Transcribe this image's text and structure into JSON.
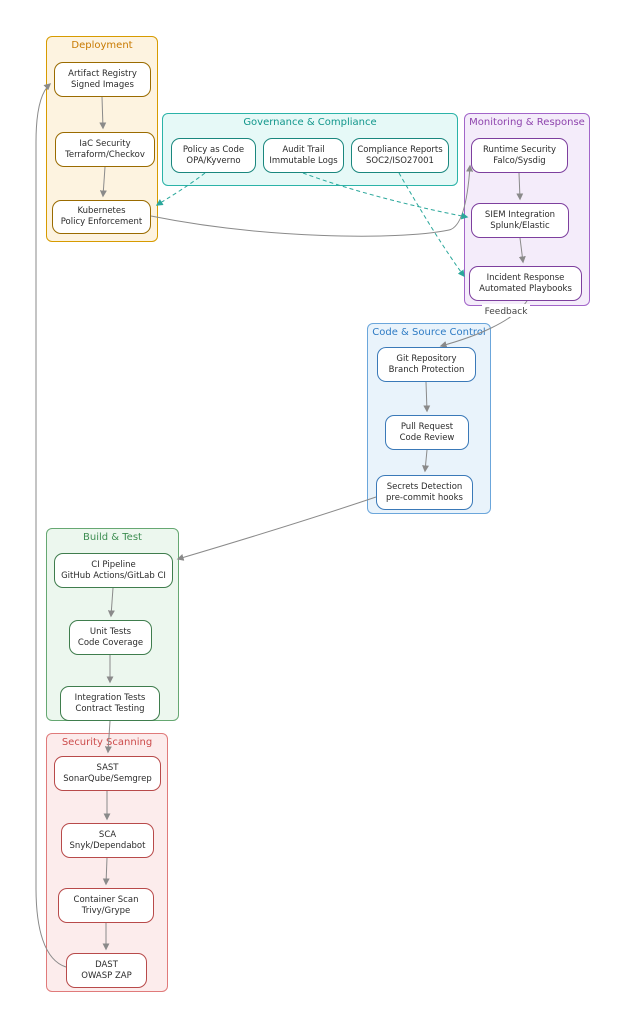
{
  "diagram": {
    "feedback_label": "Feedback",
    "colors": {
      "deployment": "#d79b00",
      "governance": "#2bb3a8",
      "monitoring": "#a265c9",
      "code": "#6ba6db",
      "build": "#66a872",
      "security": "#e07a7a",
      "edge": "#8a8a8a",
      "dashed_edge": "#2aa79b",
      "node_background": "#ffffff"
    },
    "clusters": [
      {
        "title": "Deployment",
        "nodes": [
          {
            "line1": "Artifact Registry",
            "line2": "Signed Images"
          },
          {
            "line1": "IaC Security",
            "line2": "Terraform/Checkov"
          },
          {
            "line1": "Kubernetes",
            "line2": "Policy Enforcement"
          }
        ]
      },
      {
        "title": "Governance & Compliance",
        "nodes": [
          {
            "line1": "Policy as Code",
            "line2": "OPA/Kyverno"
          },
          {
            "line1": "Audit Trail",
            "line2": "Immutable Logs"
          },
          {
            "line1": "Compliance Reports",
            "line2": "SOC2/ISO27001"
          }
        ]
      },
      {
        "title": "Monitoring & Response",
        "nodes": [
          {
            "line1": "Runtime Security",
            "line2": "Falco/Sysdig"
          },
          {
            "line1": "SIEM Integration",
            "line2": "Splunk/Elastic"
          },
          {
            "line1": "Incident Response",
            "line2": "Automated Playbooks"
          }
        ]
      },
      {
        "title": "Code & Source Control",
        "nodes": [
          {
            "line1": "Git Repository",
            "line2": "Branch Protection"
          },
          {
            "line1": "Pull Request",
            "line2": "Code Review"
          },
          {
            "line1": "Secrets Detection",
            "line2": "pre-commit hooks"
          }
        ]
      },
      {
        "title": "Build & Test",
        "nodes": [
          {
            "line1": "CI Pipeline",
            "line2": "GitHub Actions/GitLab CI"
          },
          {
            "line1": "Unit Tests",
            "line2": "Code Coverage"
          },
          {
            "line1": "Integration Tests",
            "line2": "Contract Testing"
          }
        ]
      },
      {
        "title": "Security Scanning",
        "nodes": [
          {
            "line1": "SAST",
            "line2": "SonarQube/Semgrep"
          },
          {
            "line1": "SCA",
            "line2": "Snyk/Dependabot"
          },
          {
            "line1": "Container Scan",
            "line2": "Trivy/Grype"
          },
          {
            "line1": "DAST",
            "line2": "OWASP ZAP"
          }
        ]
      }
    ],
    "edges": [
      {
        "from": "Artifact Registry",
        "to": "IaC Security",
        "type": "solid"
      },
      {
        "from": "IaC Security",
        "to": "Kubernetes",
        "type": "solid"
      },
      {
        "from": "Kubernetes",
        "to": "Runtime Security",
        "type": "solid"
      },
      {
        "from": "Runtime Security",
        "to": "SIEM Integration",
        "type": "solid"
      },
      {
        "from": "SIEM Integration",
        "to": "Incident Response",
        "type": "solid"
      },
      {
        "from": "Incident Response",
        "to": "Git Repository",
        "type": "solid",
        "label": "Feedback"
      },
      {
        "from": "Git Repository",
        "to": "Pull Request",
        "type": "solid"
      },
      {
        "from": "Pull Request",
        "to": "Secrets Detection",
        "type": "solid"
      },
      {
        "from": "Secrets Detection",
        "to": "CI Pipeline",
        "type": "solid"
      },
      {
        "from": "CI Pipeline",
        "to": "Unit Tests",
        "type": "solid"
      },
      {
        "from": "Unit Tests",
        "to": "Integration Tests",
        "type": "solid"
      },
      {
        "from": "Integration Tests",
        "to": "SAST",
        "type": "solid"
      },
      {
        "from": "SAST",
        "to": "SCA",
        "type": "solid"
      },
      {
        "from": "SCA",
        "to": "Container Scan",
        "type": "solid"
      },
      {
        "from": "Container Scan",
        "to": "DAST",
        "type": "solid"
      },
      {
        "from": "DAST",
        "to": "Artifact Registry",
        "type": "solid"
      },
      {
        "from": "Policy as Code",
        "to": "Kubernetes",
        "type": "dashed"
      },
      {
        "from": "Audit Trail",
        "to": "SIEM Integration",
        "type": "dashed"
      },
      {
        "from": "Compliance Reports",
        "to": "Incident Response",
        "type": "dashed"
      }
    ]
  }
}
